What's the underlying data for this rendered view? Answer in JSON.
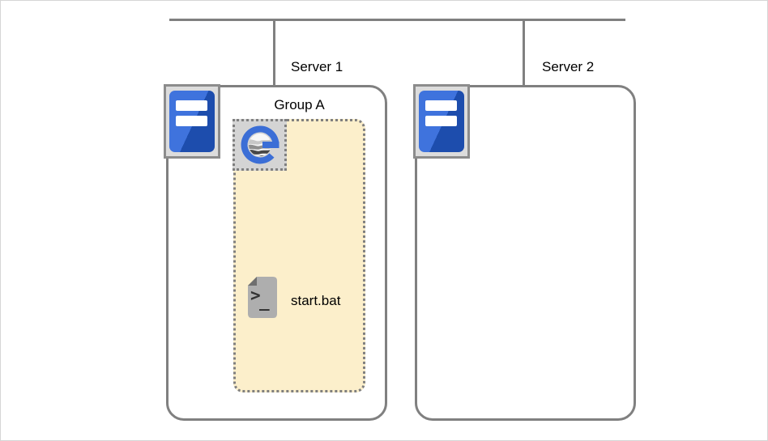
{
  "diagram_title": "server-deployment-diagram",
  "network": {
    "bus": "network-bus"
  },
  "servers": [
    {
      "label": "Server 1",
      "contains_group": true
    },
    {
      "label": "Server 2",
      "contains_group": false
    }
  ],
  "group": {
    "label": "Group A",
    "badge_icon": "genexus-logo"
  },
  "file": {
    "label": "start.bat",
    "glyphs": {
      "prompt": ">",
      "cursor": "_"
    }
  },
  "colors": {
    "line_gray": "#808080",
    "dotted_border_gray": "#7f7f7f",
    "group_fill_cream": "#fcefcb",
    "logo_box_gray": "#d4d4d4",
    "server_icon_box_gray": "#dcdcdc",
    "server_icon_border_gray": "#8c8c8c",
    "tower_blue_light": "#3f73dd",
    "tower_blue_dark": "#1d4dad",
    "logo_blue": "#3b6ed6",
    "file_icon_gray": "#aeaeae",
    "file_icon_fold_gray": "#6f6f6f",
    "canvas_border": "#d6d6d6"
  }
}
